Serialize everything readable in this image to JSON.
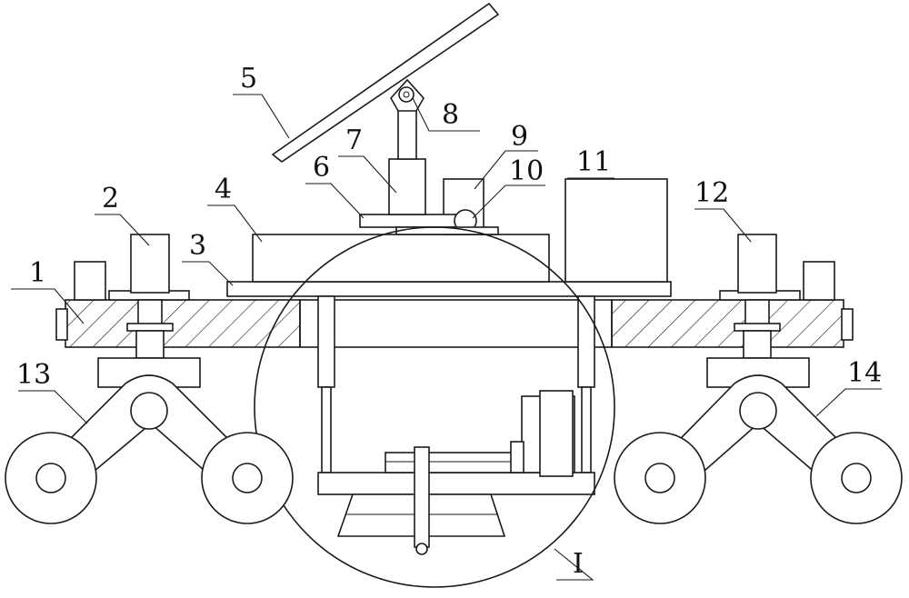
{
  "labels": {
    "l1": "1",
    "l2": "2",
    "l3": "3",
    "l4": "4",
    "l5": "5",
    "l6": "6",
    "l7": "7",
    "l8": "8",
    "l9": "9",
    "l10": "10",
    "l11": "11",
    "l12": "12",
    "l13": "13",
    "l14": "14",
    "detail": "I"
  }
}
